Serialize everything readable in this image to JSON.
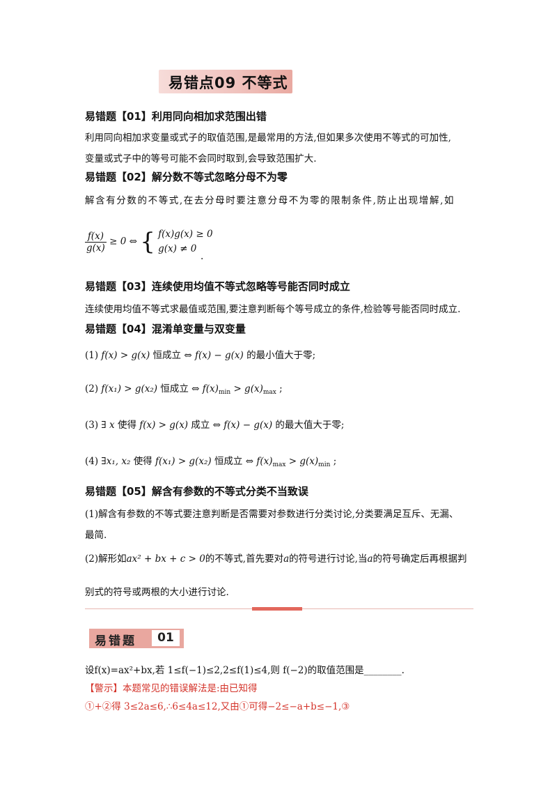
{
  "title": "易错点09  不等式",
  "sections": [
    {
      "heading": "易错题【01】利用同向相加求范围出错",
      "lines": [
        "利用同向相加求变量或式子的取值范围,是最常用的方法,但如果多次使用不等式的可加性,",
        "变量或式子中的等号可能不会同时取到,会导致范围扩大."
      ]
    },
    {
      "heading": "易错题【02】解分数不等式忽略分母不为零",
      "lines": [
        "解含有分数的不等式,在去分母时要注意分母不为零的限制条件,防止出现增解,如"
      ]
    },
    {
      "heading": "易错题【03】连续使用均值不等式忽略等号能否同时成立",
      "lines": [
        "连续使用均值不等式求最值或范围,要注意判断每个等号成立的条件,检验等号能否同时成立."
      ]
    },
    {
      "heading": "易错题【04】混淆单变量与双变量"
    },
    {
      "heading": "易错题【05】解含有参数的不等式分类不当致误",
      "lines": [
        "(1)解含有参数的不等式要注意判断是否需要对参数进行分类讨论,分类要满足互斥、无漏、",
        "最简.",
        "别式的符号或两根的大小进行讨论."
      ]
    }
  ],
  "formula02": {
    "num": "f(x)",
    "den": "g(x)",
    "rel": "≥ 0 ⇔",
    "brace": "{",
    "case1": "f(x)g(x) ≥ 0",
    "case2": "g(x) ≠ 0",
    "dot": "."
  },
  "items04": [
    {
      "no": "(1)",
      "pre": "",
      "lhs": "f(x) > g(x)",
      "mid": "恒成立",
      "arrow": "⇔",
      "rhs": "f(x) − g(x)",
      "tail": "的最小值大于零;"
    },
    {
      "no": "(2)",
      "lhs": "f(x₁) > g(x₂)",
      "mid": "恒成立",
      "arrow": "⇔",
      "rhs_a": "f(x)",
      "rhs_a_sub": "min",
      "rhs_b": " > g(x)",
      "rhs_b_sub": "max",
      "tail": ";"
    },
    {
      "no": "(3)",
      "pre": "∃ x",
      "pre2": "使得",
      "lhs": "f(x) > g(x)",
      "mid": "成立",
      "arrow": "⇔",
      "rhs": "f(x) − g(x)",
      "tail": "的最大值大于零;"
    },
    {
      "no": "(4)",
      "pre": "∃x₁, x₂",
      "pre2": "使得",
      "lhs": "f(x₁) > g(x₂)",
      "mid": "恒成立",
      "arrow": "⇔",
      "rhs_a": "f(x)",
      "rhs_a_sub": "max",
      "rhs_b": " > g(x)",
      "rhs_b_sub": "min",
      "tail": ";"
    }
  ],
  "line05_2": {
    "a": "(2)解形如",
    "expr": "ax² + bx + c > 0",
    "b": "的不等式,首先要对",
    "var": "a",
    "c": "的符号进行讨论,当",
    "var2": "a",
    "d": "的符号确定后再根据判"
  },
  "badge": {
    "text": "易错题",
    "num": "01"
  },
  "problem": {
    "text": "设f(x)=ax²+bx,若 1≤f(−1)≤2,2≤f(1)≤4,则 f(−2)的取值范围是________."
  },
  "warning": {
    "label": "【警示】",
    "text": "本题常见的错误解法是:由已知得",
    "line2": "①+②得 3≤2a≤6,∴6≤4a≤12,又由①可得−2≤−a+b≤−1,③"
  },
  "colors": {
    "accent": "#e2675c",
    "warning_red": "#d4332a",
    "title_band": "#f0c2bd"
  }
}
